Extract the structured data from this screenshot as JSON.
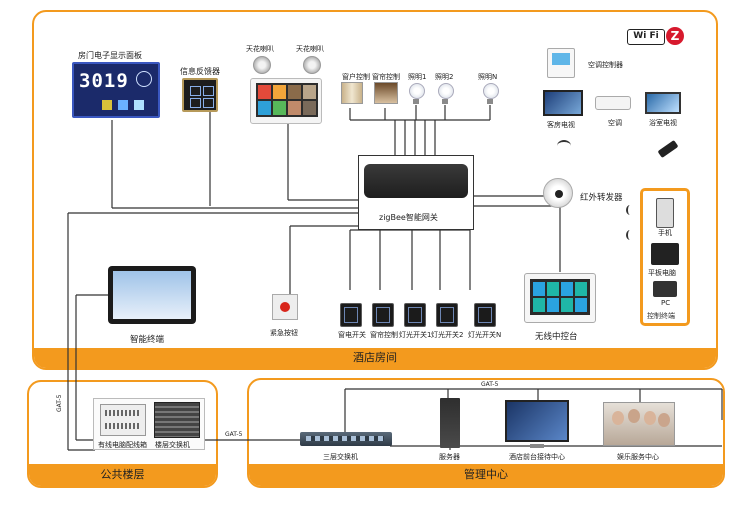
{
  "sections": {
    "room": "酒店房间",
    "public": "公共楼层",
    "management": "管理中心"
  },
  "room": {
    "door_panel_label": "房门电子显示面板",
    "door_number": "3019",
    "feedback_label": "信息反馈器",
    "speaker1_label": "天花喇叭",
    "speaker2_label": "天花喇叭",
    "curtain_label": "窗户控制",
    "window_label": "窗帘控制",
    "light1_label": "照明1",
    "light2_label": "照明2",
    "lightN_label": "照明N",
    "ac_controller_label": "空调控制器",
    "guest_tv_label": "客房电视",
    "ac_label": "空调",
    "bath_tv_label": "浴室电视",
    "ir_label": "红外转发器",
    "gateway_label": "zigBee智能网关",
    "terminal_label": "智能终端",
    "emergency_label": "紧急按钮",
    "switches": [
      "窗电开关",
      "窗帘控制",
      "灯光开关1",
      "灯光开关2",
      "灯光开关N"
    ],
    "wireless_label": "无线中控台",
    "control_terminal": {
      "phone": "手机",
      "tablet": "平板电脑",
      "pc": "PC",
      "title": "控制终端"
    }
  },
  "wifi": {
    "text": "Wi Fi",
    "zigbee": "Z"
  },
  "public": {
    "wiring_box_label": "有线电脑配线箱",
    "floor_switch_label": "楼层交换机",
    "gat_left": "GAT-5",
    "gat_link": "GAT-5"
  },
  "management": {
    "gat_top": "GAT-5",
    "switch3_label": "三层交换机",
    "server_label": "服务器",
    "front_desk_label": "酒店前台接待中心",
    "entertainment_label": "娱乐服务中心"
  },
  "colors": {
    "accent": "#f39a1e",
    "panel_blue": "#1f3f8f",
    "dark": "#2b2b2b"
  }
}
